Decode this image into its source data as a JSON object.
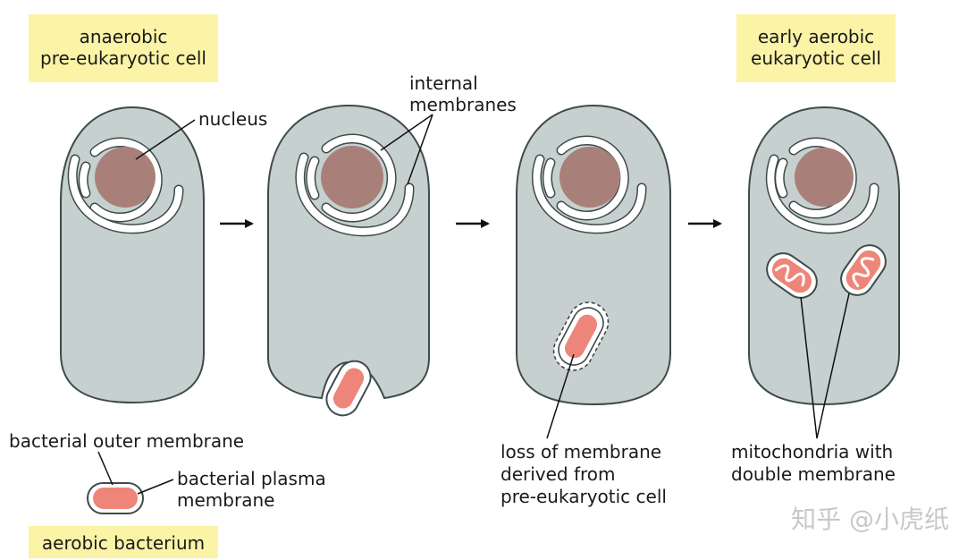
{
  "titles": {
    "left": [
      "anaerobic",
      "pre-eukaryotic cell"
    ],
    "right": [
      "early aerobic",
      "eukaryotic cell"
    ],
    "bottom": "aerobic bacterium"
  },
  "labels": {
    "nucleus": "nucleus",
    "internal_membranes": [
      "internal",
      "membranes"
    ],
    "outer_membrane": "bacterial outer membrane",
    "plasma_membrane": [
      "bacterial plasma",
      "membrane"
    ],
    "loss_membrane": [
      "loss of membrane",
      "derived from",
      "pre-eukaryotic cell"
    ],
    "mitochondria": [
      "mitochondria with",
      "double membrane"
    ]
  },
  "watermark": "知乎 @小虎纸",
  "colors": {
    "label_box": "#fbf3a6",
    "cell_fill": "#c5d0cf",
    "cell_stroke": "#3f4a4a",
    "nucleus": "#a98079",
    "bacterium": "#ee857a",
    "membrane": "#ffffff"
  }
}
